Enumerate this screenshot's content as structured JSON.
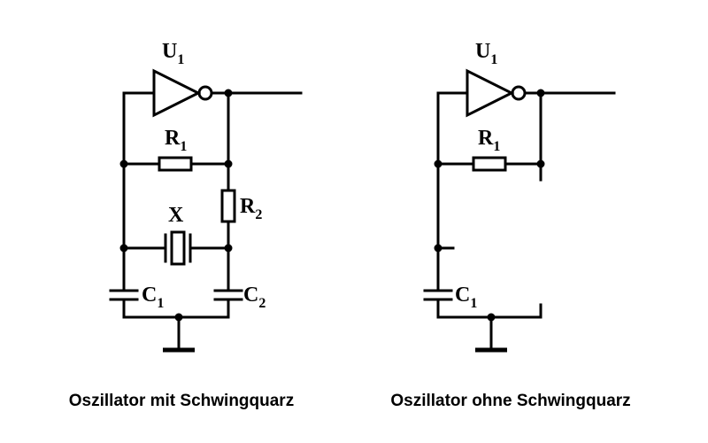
{
  "circuits": [
    {
      "caption": "Oszillator mit Schwingquarz",
      "inverter": {
        "name": "U",
        "sub": "1"
      },
      "resistor1": {
        "name": "R",
        "sub": "1"
      },
      "resistor2": {
        "name": "R",
        "sub": "2"
      },
      "crystal": {
        "name": "X"
      },
      "capacitor1": {
        "name": "C",
        "sub": "1"
      },
      "capacitor2": {
        "name": "C",
        "sub": "2"
      }
    },
    {
      "caption": "Oszillator ohne Schwingquarz",
      "inverter": {
        "name": "U",
        "sub": "1"
      },
      "resistor1": {
        "name": "R",
        "sub": "1"
      },
      "capacitor1": {
        "name": "C",
        "sub": "1"
      }
    }
  ]
}
